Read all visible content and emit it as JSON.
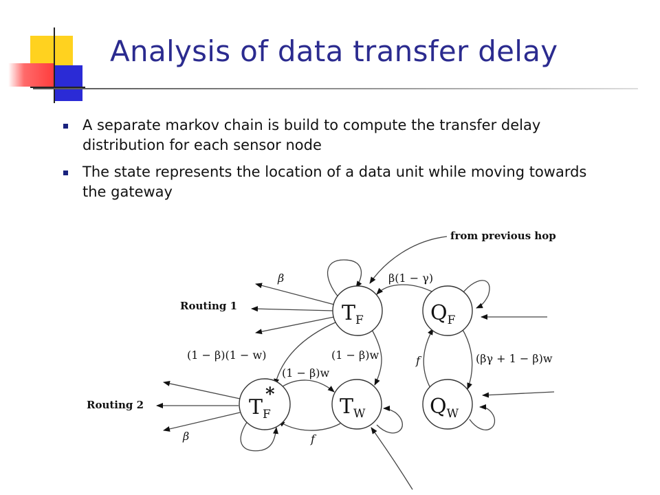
{
  "slide": {
    "title": "Analysis of data transfer delay",
    "bullets": [
      "A separate markov chain is build to compute the transfer delay distribution for each sensor node",
      "The state represents the location of a data unit while moving towards the gateway"
    ],
    "colors": {
      "title": "#2b2b8f",
      "bullet": "#1a237e",
      "deco_yellow": "#ffd21f",
      "deco_blue": "#2b2bd6",
      "deco_red": "#ff4a4a"
    }
  },
  "diagram": {
    "nodes": {
      "tf": {
        "main": "T",
        "sub": "F"
      },
      "qf": {
        "main": "Q",
        "sub": "F"
      },
      "tfs": {
        "main": "T",
        "sub": "F",
        "sup": "*"
      },
      "tw": {
        "main": "T",
        "sub": "W"
      },
      "qw": {
        "main": "Q",
        "sub": "W"
      }
    },
    "labels": {
      "from_prev": "from previous hop",
      "routing1": "Routing 1",
      "routing2": "Routing 2",
      "beta_top": "β",
      "beta_bottom": "β",
      "beta_gamma": "β(1 − γ)",
      "one_minus_beta_one_minus_w": "(1 − β)(1 − w)",
      "one_minus_beta_w_right": "(1 − β)w",
      "one_minus_beta_w_mid": "(1 − β)w",
      "f_right": "f",
      "f_bottom": "f",
      "bg_term": "(βγ + 1 − β)w"
    }
  }
}
